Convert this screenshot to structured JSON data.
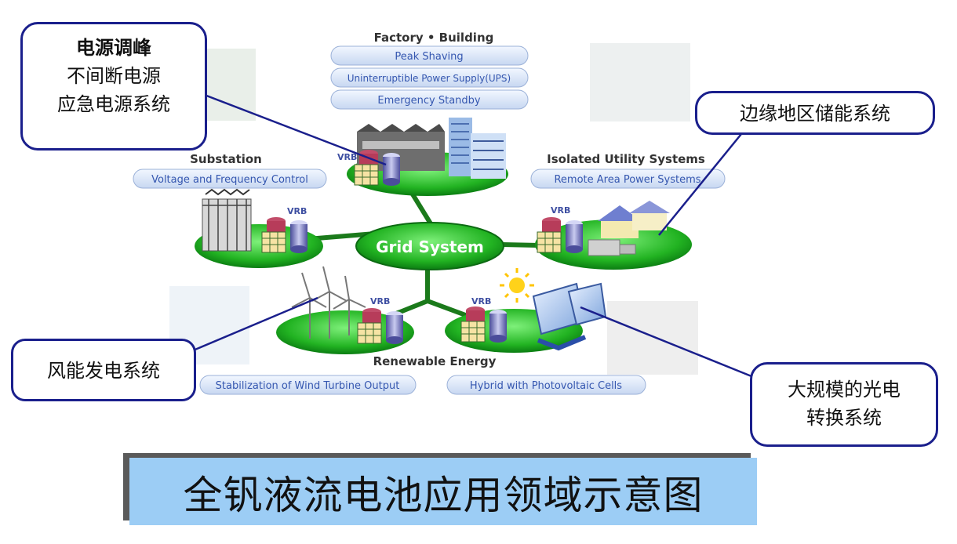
{
  "diagram": {
    "factory_heading": "Factory • Building",
    "factory_items": [
      "Peak Shaving",
      "Uninterruptible Power Supply(UPS)",
      "Emergency Standby"
    ],
    "substation_heading": "Substation",
    "substation_item": "Voltage and Frequency Control",
    "isolated_heading": "Isolated Utility Systems",
    "isolated_item": "Remote Area Power Systems",
    "grid_label": "Grid System",
    "renewable_heading": "Renewable Energy",
    "wind_item": "Stabilization of Wind Turbine Output",
    "pv_item": "Hybrid with Photovoltaic Cells",
    "vrb_label": "VRB"
  },
  "callouts": {
    "top_left": [
      "电源调峰",
      "不间断电源",
      "应急电源系统"
    ],
    "top_right": "边缘地区储能系统",
    "bottom_left": "风能发电系统",
    "bottom_right": [
      "大规模的光电",
      "转换系统"
    ]
  },
  "title": "全钒液流电池应用领域示意图"
}
